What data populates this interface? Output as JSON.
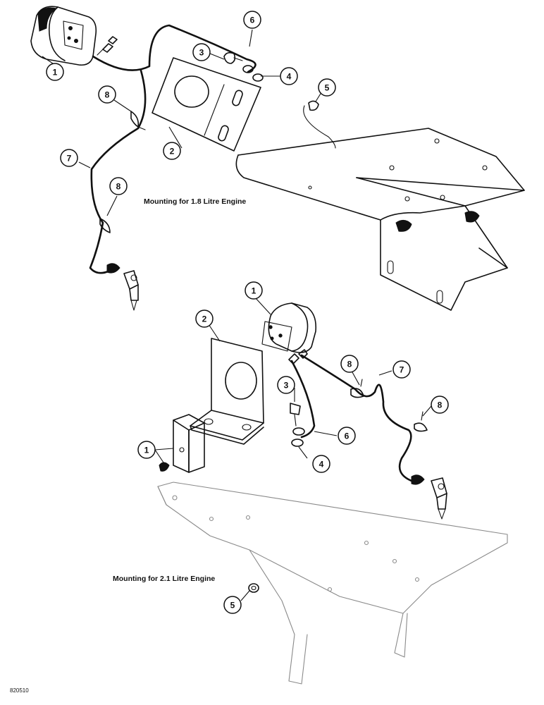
{
  "captions": {
    "top": "Mounting for 1.8 Litre Engine",
    "bottom": "Mounting for 2.1 Litre Engine"
  },
  "figure_id": "820510",
  "callouts": {
    "top": [
      "1",
      "2",
      "3",
      "4",
      "5",
      "6",
      "7",
      "8",
      "8"
    ],
    "bottom": [
      "1",
      "2",
      "3",
      "4",
      "5",
      "6",
      "7",
      "8",
      "1"
    ]
  }
}
